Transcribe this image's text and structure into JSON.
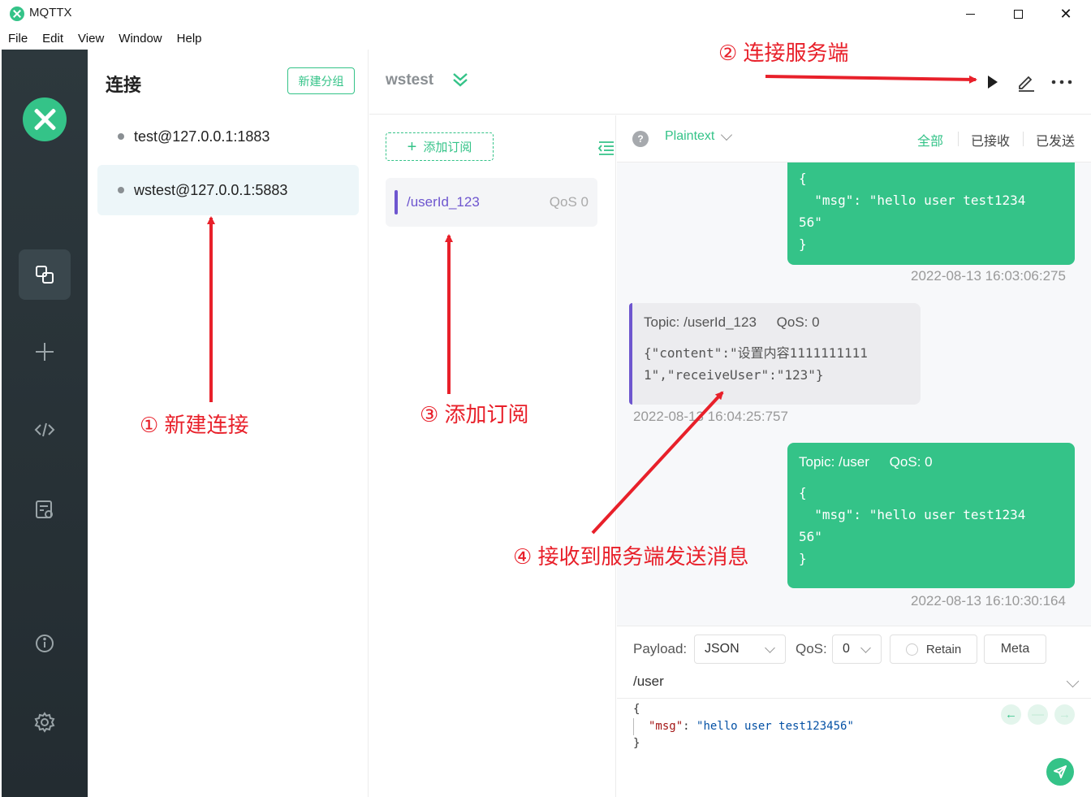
{
  "window": {
    "title": "MQTTX",
    "controls": {
      "minimize": "",
      "maximize": "",
      "close": "✕"
    }
  },
  "menu": [
    "File",
    "Edit",
    "View",
    "Window",
    "Help"
  ],
  "sidebar": {
    "icons": [
      "connections-icon",
      "add-icon",
      "script-icon",
      "log-icon",
      "about-icon",
      "settings-icon"
    ]
  },
  "connections": {
    "title": "连接",
    "new_group_label": "新建分组",
    "items": [
      {
        "label": "test@127.0.0.1:1883"
      },
      {
        "label": "wstest@127.0.0.1:5883"
      }
    ]
  },
  "header": {
    "connection_name": "wstest"
  },
  "subscriptions": {
    "add_label": "添加订阅",
    "items": [
      {
        "topic": "/userId_123",
        "qos": "QoS 0"
      }
    ]
  },
  "messages": {
    "format": "Plaintext",
    "help": "?",
    "filters": [
      "全部",
      "已接收",
      "已发送"
    ],
    "list": [
      {
        "direction": "out",
        "body": "{\n  \"msg\": \"hello user test1234\n56\"\n}",
        "time": "2022-08-13 16:03:06:275"
      },
      {
        "direction": "in",
        "topic": "Topic: /userId_123",
        "qos": "QoS: 0",
        "body": "{\"content\":\"设置内容1111111111\n1\",\"receiveUser\":\"123\"}",
        "time": "2022-08-13 16:04:25:757"
      },
      {
        "direction": "out",
        "topic": "Topic: /user",
        "qos": "QoS: 0",
        "body": "{\n  \"msg\": \"hello user test1234\n56\"\n}",
        "time": "2022-08-13 16:10:30:164"
      }
    ]
  },
  "publish": {
    "payload_label": "Payload:",
    "payload_format": "JSON",
    "qos_label": "QoS:",
    "qos_value": "0",
    "retain_label": "Retain",
    "meta_label": "Meta",
    "topic": "/user",
    "editor": {
      "line1": "{",
      "key": "\"msg\"",
      "colon": ": ",
      "value": "\"hello user test123456\"",
      "line3": "}"
    },
    "nav": {
      "prev": "←",
      "clear": "—",
      "next": "→"
    }
  },
  "annotations": {
    "new_connection": "① 新建连接",
    "connect_server": "② 连接服务端",
    "add_subscription": "③ 添加订阅",
    "receive_message": "④ 接收到服务端发送消息"
  },
  "colors": {
    "accent": "#34c388",
    "purple": "#6e56cf",
    "annotation": "#e8202a",
    "sidebar": "#283237"
  }
}
